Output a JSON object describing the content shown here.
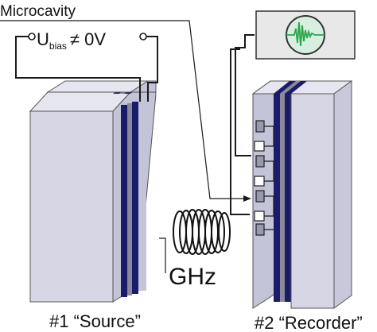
{
  "labels": {
    "top_label": "Microcavity",
    "bias_u": "U",
    "bias_sub": "bias",
    "bias_rest": "≠ 0V",
    "frequency": "GHz",
    "source_label": "#1 “Source”",
    "recorder_label": "#2 “Recorder”"
  },
  "icons": {
    "oscilloscope": "oscilloscope-icon",
    "emission": "microwave-emission-icon",
    "arrow": "arrow-icon"
  },
  "colors": {
    "block_front": "#d6d6e4",
    "block_side": "#c4c4d8",
    "block_top": "#e6e6f0",
    "layer_navy": "#1b1b6b",
    "layer_gray": "#8a8a9a",
    "scope_screen": "#d8eee0",
    "signal": "#2aa84a"
  }
}
